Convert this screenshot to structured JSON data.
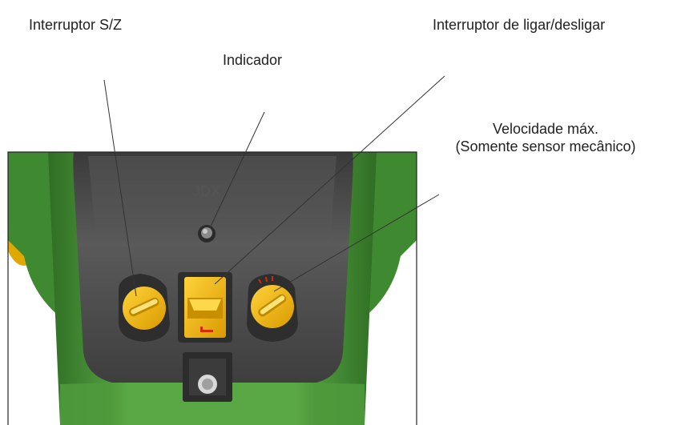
{
  "labels": {
    "sz_switch": "Interruptor S/Z",
    "power_switch": "Interruptor de ligar/desligar",
    "indicator": "Indicador",
    "max_speed_line1": "Velocidade máx.",
    "max_speed_line2": "(Somente sensor mecânico)"
  },
  "colors": {
    "housing_green": "#4f9a3c",
    "body_dark": "#4a4a4a",
    "switch_yellow": "#f2b800",
    "leader_line": "#333333"
  }
}
